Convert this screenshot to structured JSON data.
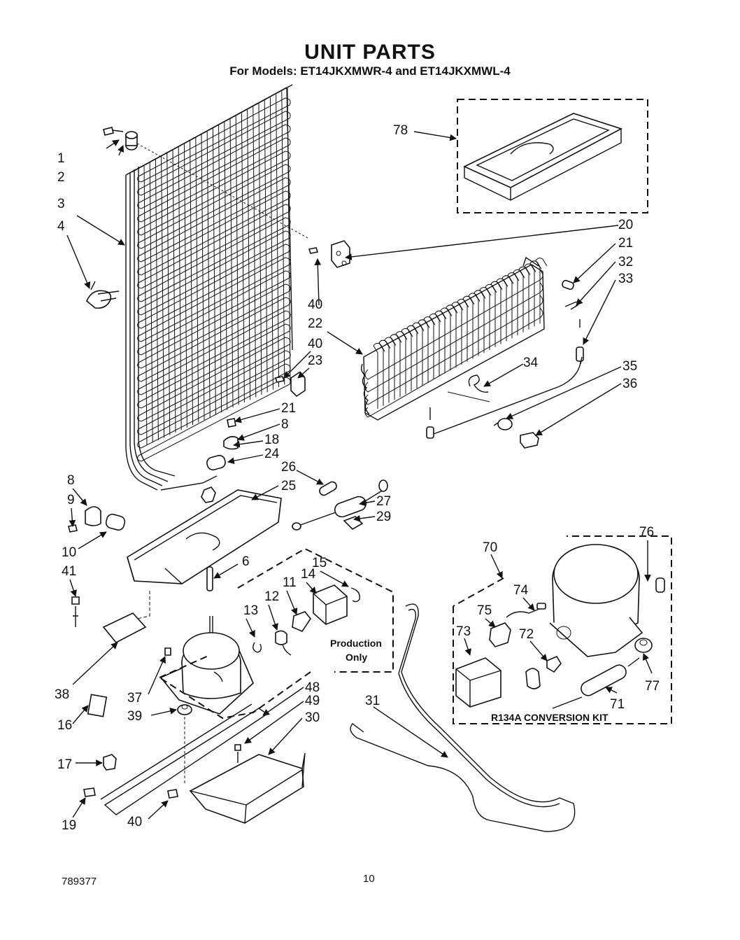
{
  "title": "UNIT PARTS",
  "subtitle": "For Models: ET14JKXMWR-4 and ET14JKXMWL-4",
  "footer": {
    "code": "789377",
    "page": "10"
  },
  "notes": {
    "production_1": "Production",
    "production_2": "Only",
    "kit": "R134A  CONVERSION  KIT"
  },
  "callouts": [
    "1",
    "2",
    "3",
    "4",
    "8",
    "9",
    "10",
    "41",
    "38",
    "16",
    "17",
    "19",
    "40",
    "39",
    "37",
    "13",
    "12",
    "11",
    "14",
    "15",
    "6",
    "25",
    "26",
    "27",
    "29",
    "24",
    "18",
    "8",
    "21",
    "23",
    "40",
    "22",
    "40",
    "20",
    "21",
    "32",
    "33",
    "34",
    "35",
    "36",
    "78",
    "70",
    "76",
    "74",
    "75",
    "73",
    "72",
    "77",
    "71",
    "31",
    "48",
    "49",
    "30"
  ]
}
